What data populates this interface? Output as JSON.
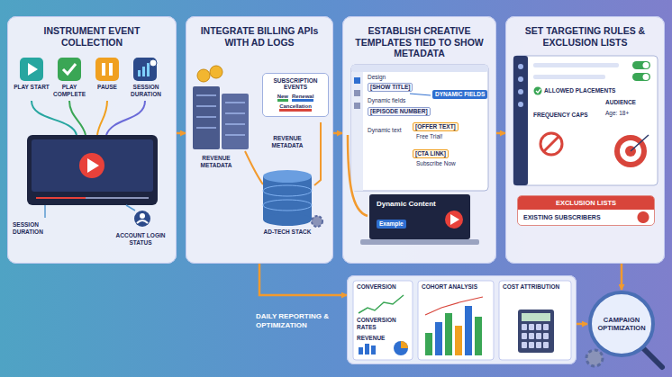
{
  "diagram": {
    "nodes": [
      {
        "text": [
          "INSTRUMENT EVENT COLLECTION"
        ]
      },
      {
        "text": [
          "INTEGRATE BILLING APIs WITH AD LOGS"
        ]
      },
      {
        "text": [
          "SUBSCRIPTION EVENTS",
          "New",
          "Renewal",
          "Cancellation"
        ],
        "in": 1
      },
      {
        "text": [
          "ESTABLISH CREATIVE TEMPLATES TIED TO SHOW METADATA"
        ]
      },
      {
        "text": [
          "SET TARGETING RULES & EXCLUSION LISTS"
        ]
      },
      {
        "text": [
          "EXCLUSION LISTS",
          "EXISTING SUBSCRIBERS"
        ],
        "in": 4
      },
      {
        "text": [
          "DAILY REPORTING & OPTIMIZATION"
        ]
      },
      {
        "text": [
          "CAMPAIGN OPTIMIZATION"
        ]
      }
    ],
    "edges": [
      {
        "from": 0,
        "to": 1,
        "arrow": "to"
      },
      {
        "from": 1,
        "to": 3,
        "arrow": "to"
      },
      {
        "from": 3,
        "to": 4,
        "arrow": "to"
      },
      {
        "from": 4,
        "to": 7,
        "arrow": "to"
      },
      {
        "from": 1,
        "to": 6,
        "arrow": "to"
      },
      {
        "from": 6,
        "to": 7,
        "arrow": "to"
      }
    ],
    "labels": [
      "PLAY START",
      "PLAY COMPLETE",
      "PAUSE",
      "SESSION DURATION",
      "SESSION DURATION",
      "ACCOUNT LOGIN STATUS",
      "REVENUE METADATA",
      "REVENUE METADATA",
      "AD-TECH STACK",
      "Design",
      "[SHOW TITLE]",
      "Dynamic fields",
      "[EPISODE NUMBER]",
      "Dynamic text",
      "DYNAMIC FIELDS",
      "[OFFER TEXT]",
      "Free Trial!",
      "[CTA LINK]",
      "Subscribe Now",
      "Dynamic Content",
      "Example",
      "ALLOWED PLACEMENTS",
      "AUDIENCE",
      "Age: 18+",
      "FREQUENCY CAPS",
      "CONVERSION",
      "CONVERSION RATES",
      "REVENUE",
      "COHORT ANALYSIS",
      "COST ATTRIBUTION"
    ]
  }
}
